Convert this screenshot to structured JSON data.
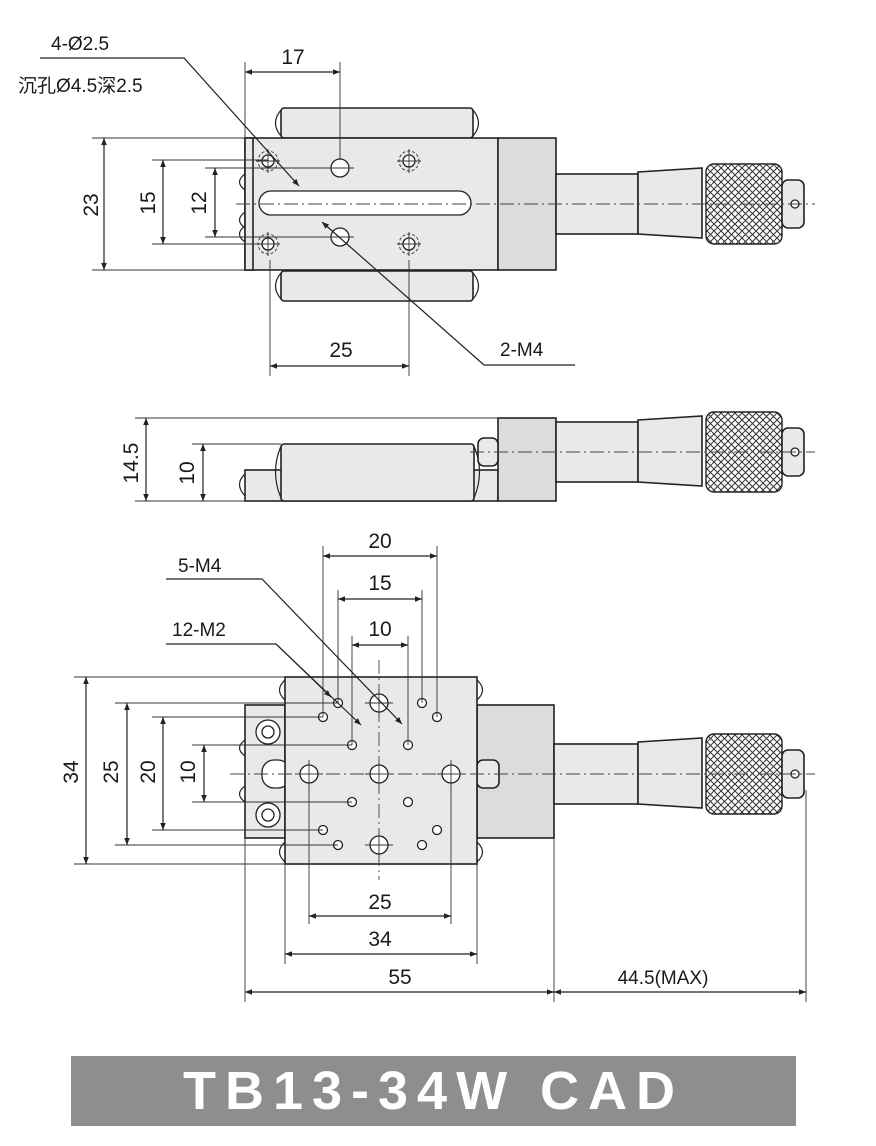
{
  "title": "TB13-34W CAD",
  "top_view": {
    "note_holes": "4-Ø2.5",
    "note_counterbore": "沉孔Ø4.5深2.5",
    "dim_17": "17",
    "dim_23": "23",
    "dim_15": "15",
    "dim_12": "12",
    "dim_25": "25",
    "note_m4": "2-M4"
  },
  "side_view": {
    "dim_14_5": "14.5",
    "dim_10": "10"
  },
  "bottom_view": {
    "dim_20_top": "20",
    "dim_15_top": "15",
    "dim_10_top": "10",
    "note_5m4": "5-M4",
    "note_12m2": "12-M2",
    "dim_34_left": "34",
    "dim_25_left": "25",
    "dim_20_left": "20",
    "dim_10_left": "10",
    "dim_25_bottom": "25",
    "dim_34_bottom": "34",
    "dim_55": "55",
    "dim_max": "44.5(MAX)"
  }
}
